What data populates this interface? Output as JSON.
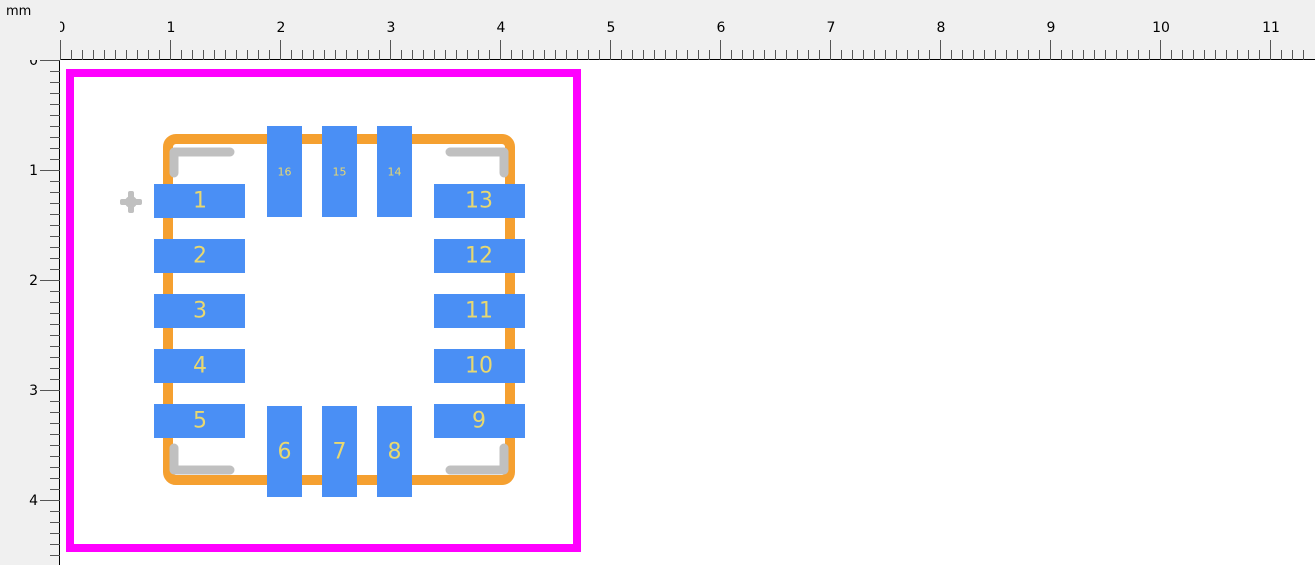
{
  "ruler": {
    "unit": "mm",
    "x_labels": [
      "0",
      "1",
      "2",
      "3",
      "4",
      "5",
      "6",
      "7",
      "8",
      "9",
      "10",
      "11"
    ],
    "y_labels": [
      "0",
      "1",
      "2",
      "3",
      "4"
    ]
  },
  "footprint": {
    "pins": [
      {
        "number": "1",
        "side": "left",
        "index": 0
      },
      {
        "number": "2",
        "side": "left",
        "index": 1
      },
      {
        "number": "3",
        "side": "left",
        "index": 2
      },
      {
        "number": "4",
        "side": "left",
        "index": 3
      },
      {
        "number": "5",
        "side": "left",
        "index": 4
      },
      {
        "number": "6",
        "side": "bottom",
        "index": 0
      },
      {
        "number": "7",
        "side": "bottom",
        "index": 1
      },
      {
        "number": "8",
        "side": "bottom",
        "index": 2
      },
      {
        "number": "9",
        "side": "right",
        "index": 4
      },
      {
        "number": "10",
        "side": "right",
        "index": 3
      },
      {
        "number": "11",
        "side": "right",
        "index": 2
      },
      {
        "number": "12",
        "side": "right",
        "index": 1
      },
      {
        "number": "13",
        "side": "right",
        "index": 0
      },
      {
        "number": "14",
        "side": "top",
        "index": 2
      },
      {
        "number": "15",
        "side": "top",
        "index": 1
      },
      {
        "number": "16",
        "side": "top",
        "index": 0
      }
    ],
    "colors": {
      "boundary": "#ff00ff",
      "body_outline": "#f5a030",
      "pad": "#4a8ff5",
      "pad_label": "#e8d870",
      "silkscreen": "#c0c0c0",
      "ruler_bg": "#f0f0f0",
      "canvas_bg": "#ffffff"
    },
    "pin1_marker_icon": "pin1-marker-icon"
  }
}
